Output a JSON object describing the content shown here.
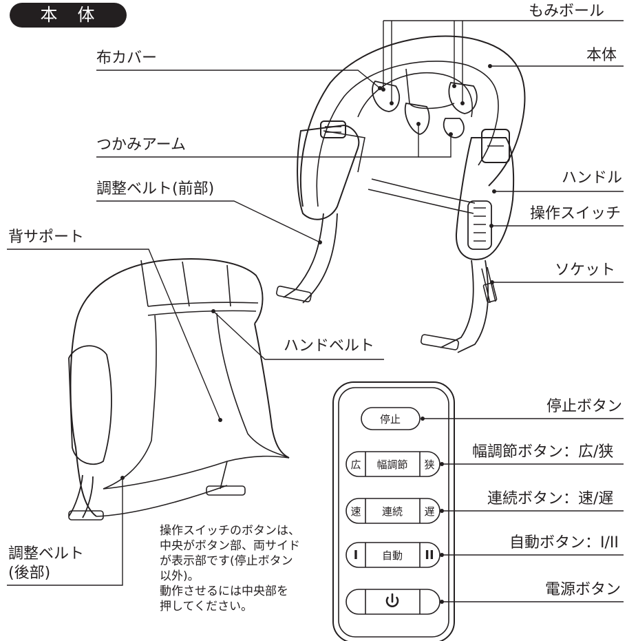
{
  "title": "本　体",
  "labels": {
    "momi_ball": "もみボール",
    "hontai": "本体",
    "cloth_cover": "布カバー",
    "grip_arm": "つかみアーム",
    "belt_front": "調整ベルト(前部)",
    "handle": "ハンドル",
    "op_switch": "操作スイッチ",
    "socket": "ソケット",
    "back_support": "背サポート",
    "hand_belt": "ハンドベルト",
    "belt_rear_1": "調整ベルト",
    "belt_rear_2": "(後部)",
    "stop_button": "停止ボタン",
    "width_button": "幅調節ボタン：広/狭",
    "cont_button": "連続ボタン：速/遅",
    "auto_button": "自動ボタン：I/II",
    "power_button": "電源ボタン"
  },
  "remote": {
    "stop": "停止",
    "width_left": "広",
    "width_center": "幅調節",
    "width_right": "狭",
    "cont_left": "速",
    "cont_center": "連続",
    "cont_right": "遅",
    "auto_left": "I",
    "auto_center": "自動",
    "auto_right": "II",
    "power_icon": "power-icon"
  },
  "note": [
    "操作スイッチのボタンは、",
    "中央がボタン部、両サイド",
    "が表示部です(停止ボタン",
    "以外)。",
    "動作させるには中央部を",
    "押してください。"
  ]
}
